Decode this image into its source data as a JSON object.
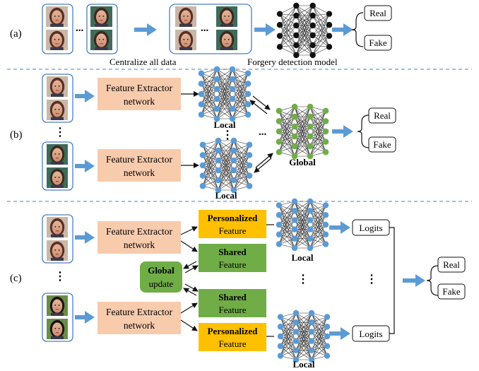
{
  "panel_a": {
    "label": "(a)",
    "dots": "...",
    "caption_left": "Centralize all data",
    "caption_right": "Forgery detection model",
    "out_real": "Real",
    "out_fake": "Fake"
  },
  "panel_b": {
    "label": "(b)",
    "fe_line1": "Feature Extractor",
    "fe_line2": "network",
    "local": "Local",
    "global": "Global",
    "ellipsis": "...",
    "vdots": "⋮",
    "out_real": "Real",
    "out_fake": "Fake"
  },
  "panel_c": {
    "label": "(c)",
    "fe_line1": "Feature Extractor",
    "fe_line2": "network",
    "personalized_1": "Personalized",
    "personalized_2": "Feature",
    "shared_1": "Shared",
    "shared_2": "Feature",
    "global_1": "Global",
    "global_2": "update",
    "local": "Local",
    "logits": "Logits",
    "vdots": "⋮",
    "out_real": "Real",
    "out_fake": "Fake"
  },
  "colors": {
    "arrow_blue": "#5b9bd5",
    "node_blue": "#5b9bd5",
    "node_green": "#70ad47",
    "fe_box": "#f8cbad",
    "personalized_box": "#ffc000",
    "shared_box": "#70ad47",
    "divider": "#4a7fc1"
  }
}
